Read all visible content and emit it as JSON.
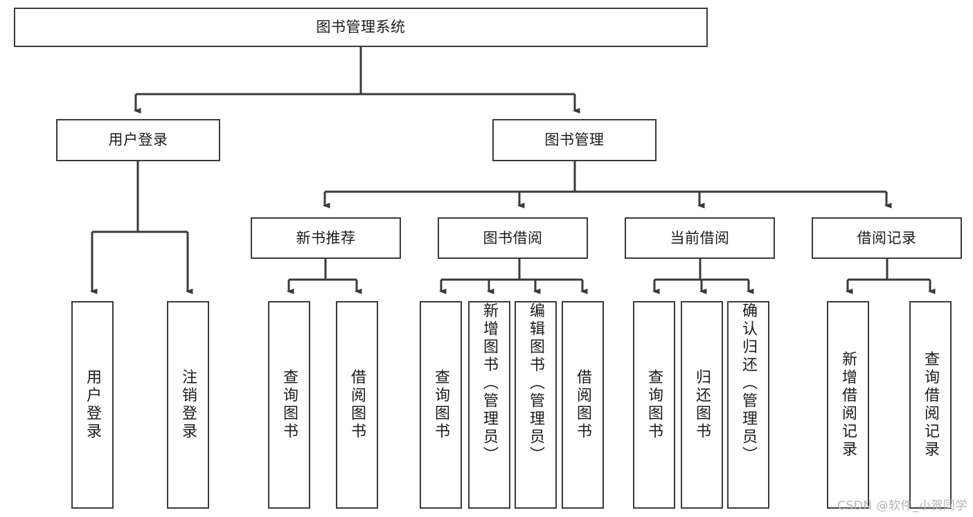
{
  "diagram": {
    "title": "图书管理系统",
    "type": "tree-hierarchy",
    "root": {
      "label": "图书管理系统"
    },
    "level1": [
      {
        "label": "用户登录"
      },
      {
        "label": "图书管理"
      }
    ],
    "level2": [
      {
        "label": "新书推荐"
      },
      {
        "label": "图书借阅"
      },
      {
        "label": "当前借阅"
      },
      {
        "label": "借阅记录"
      }
    ],
    "leaves": {
      "user_login": [
        {
          "label": "用户登录"
        },
        {
          "label": "注销登录"
        }
      ],
      "new_book_recommend": [
        {
          "label": "查询图书"
        },
        {
          "label": "借阅图书"
        }
      ],
      "book_borrow": [
        {
          "label": "查询图书"
        },
        {
          "label": "新增图书（管理员）"
        },
        {
          "label": "编辑图书（管理员）"
        },
        {
          "label": "借阅图书"
        }
      ],
      "current_borrow": [
        {
          "label": "查询图书"
        },
        {
          "label": "归还图书"
        },
        {
          "label": "确认归还（管理员）"
        }
      ],
      "borrow_record": [
        {
          "label": "新增借阅记录"
        },
        {
          "label": "查询借阅记录"
        }
      ]
    }
  },
  "watermark": {
    "text": "CSDN @软件_小贺同学"
  },
  "colors": {
    "stroke": "#3a3a3a",
    "background": "#ffffff",
    "text": "#1b1b1b",
    "watermark": "#b4b4b4"
  }
}
